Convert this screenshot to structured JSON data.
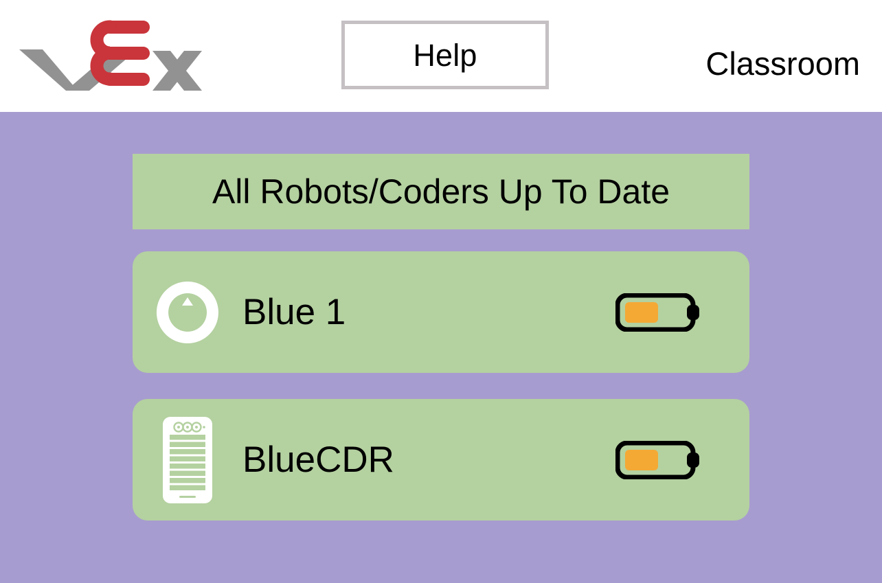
{
  "header": {
    "logo_name": "vex-logo",
    "logo_text": "VEX",
    "help_label": "Help",
    "classroom_label": "Classroom"
  },
  "status": {
    "banner_text": "All Robots/Coders Up To Date"
  },
  "devices": [
    {
      "name": "Blue 1",
      "icon": "robot-brain-icon",
      "battery_level": 48,
      "battery_color": "#f4a935"
    },
    {
      "name": "BlueCDR",
      "icon": "controller-icon",
      "battery_level": 48,
      "battery_color": "#f4a935"
    }
  ],
  "colors": {
    "page_background": "#a79ccf",
    "header_background": "#ffffff",
    "card_green": "#b4d1a0",
    "logo_gray": "#929292",
    "logo_red": "#c9353b",
    "help_border": "#c5c0c3",
    "battery_orange": "#f4a935",
    "text_black": "#000000"
  }
}
